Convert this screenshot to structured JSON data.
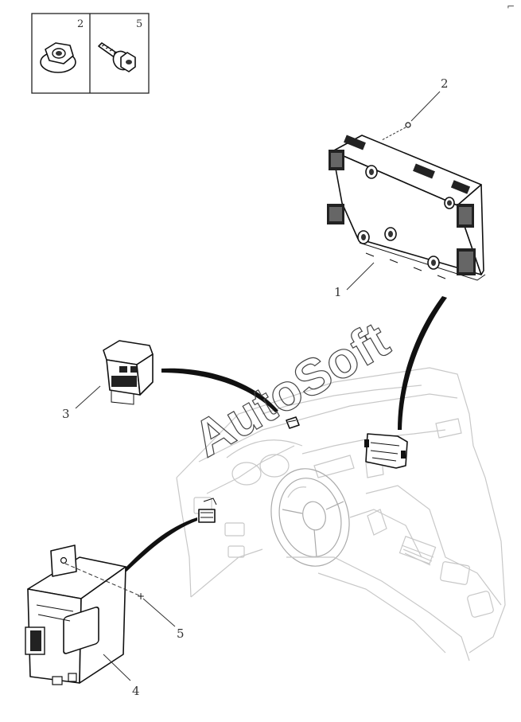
{
  "inset": {
    "cells": [
      {
        "number": "2",
        "icon": "flange-nut-icon"
      },
      {
        "number": "5",
        "icon": "flange-bolt-icon"
      }
    ]
  },
  "callouts": {
    "one": "1",
    "two": "2",
    "three": "3",
    "four": "4",
    "five": "5"
  },
  "watermark": "AutoSoft",
  "corner_mark": "⌐"
}
